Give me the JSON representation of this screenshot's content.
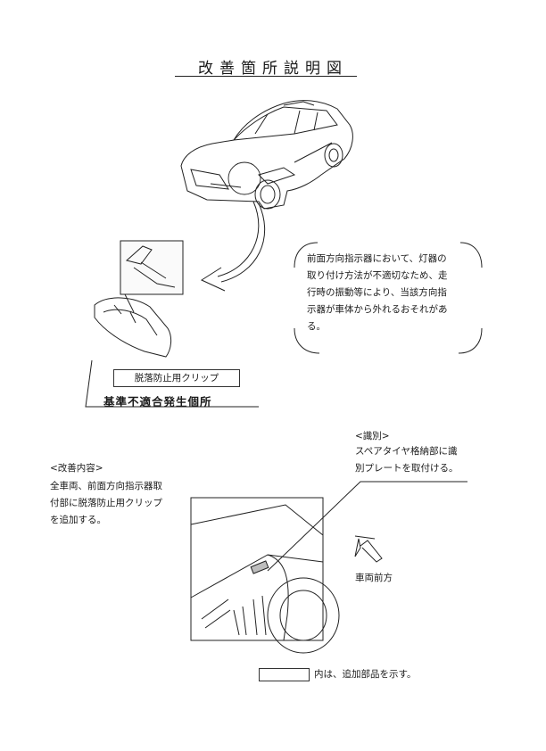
{
  "title": "改善箇所説明図",
  "description": [
    "前面方向指示器において、灯器の",
    "取り付け方法が不適切なため、走",
    "行時の振動等により、当該方向指",
    "示器が車体から外れるおそれがあ",
    "る。"
  ],
  "clip_label": "脱落防止用クリップ",
  "nonconformity_label": "基準不適合発生個所",
  "improvement": {
    "heading": "<改善内容>",
    "lines": [
      "全車両、前面方向指示器取",
      "付部に脱落防止用クリップ",
      "を追加する。"
    ]
  },
  "identification": {
    "heading": "<識別>",
    "lines": [
      "スペアタイヤ格納部に識",
      "別プレートを取付ける。"
    ]
  },
  "direction_label": "車両前方",
  "legend_text": "内は、追加部品を示す。"
}
